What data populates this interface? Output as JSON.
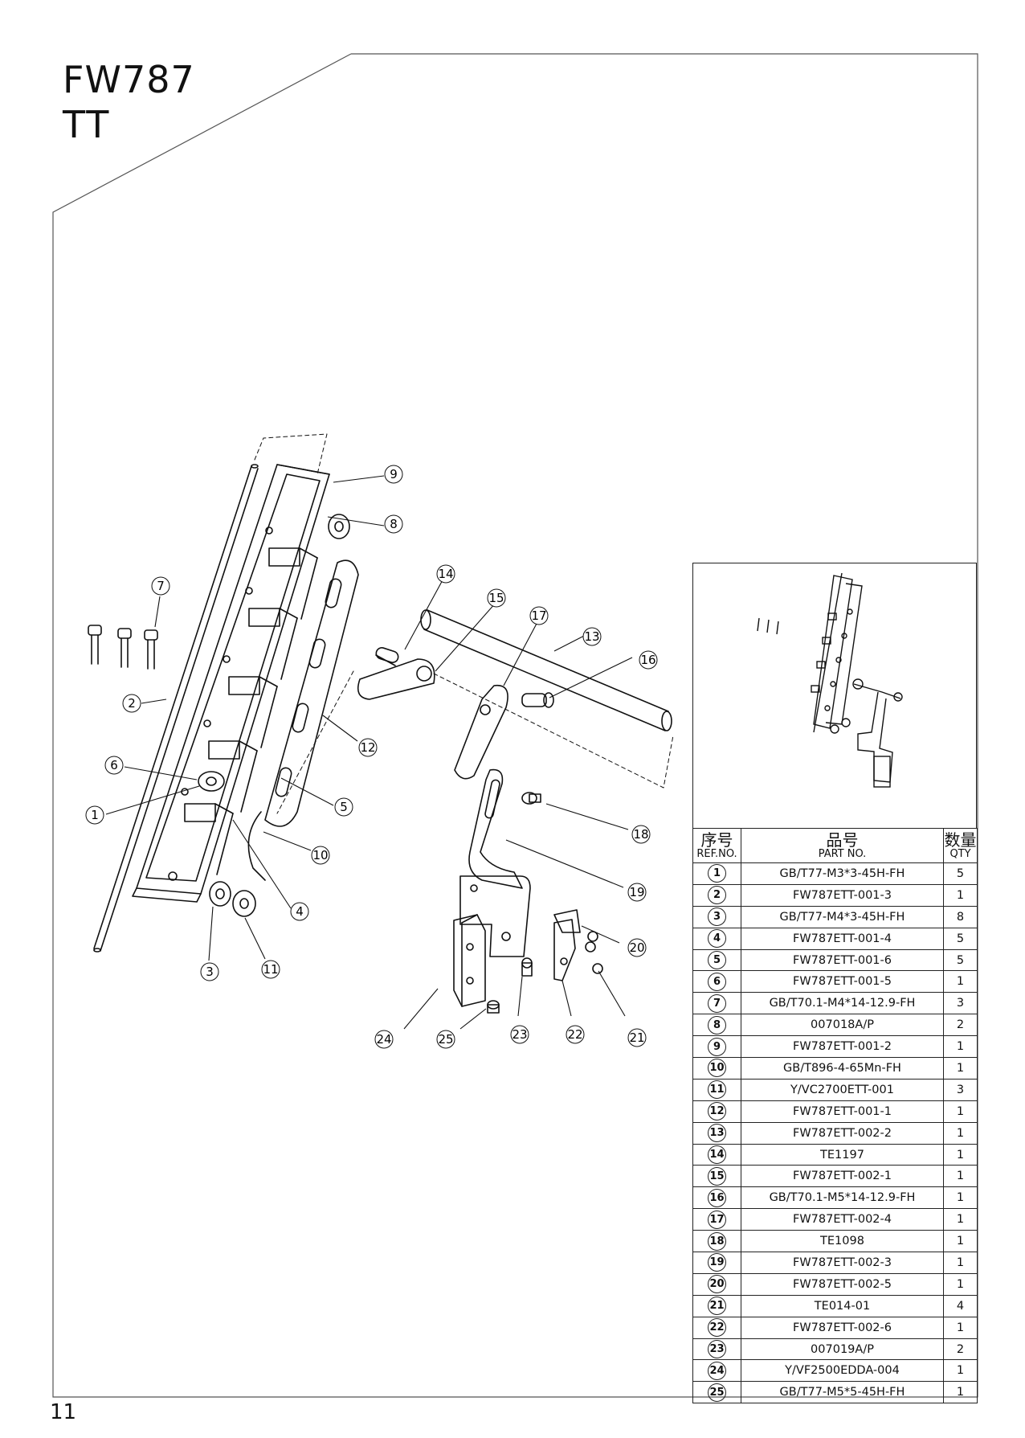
{
  "header": {
    "title_line1": "FW787",
    "title_line2": "TT"
  },
  "page_number": "11",
  "table": {
    "col_ref_cn": "序号",
    "col_ref_en": "REF.NO.",
    "col_part_cn": "品号",
    "col_part_en": "PART NO.",
    "col_qty_cn": "数量",
    "col_qty_en": "QTY",
    "rows": [
      {
        "ref": "1",
        "part": "GB/T77-M3*3-45H-FH",
        "qty": "5"
      },
      {
        "ref": "2",
        "part": "FW787ETT-001-3",
        "qty": "1"
      },
      {
        "ref": "3",
        "part": "GB/T77-M4*3-45H-FH",
        "qty": "8"
      },
      {
        "ref": "4",
        "part": "FW787ETT-001-4",
        "qty": "5"
      },
      {
        "ref": "5",
        "part": "FW787ETT-001-6",
        "qty": "5"
      },
      {
        "ref": "6",
        "part": "FW787ETT-001-5",
        "qty": "1"
      },
      {
        "ref": "7",
        "part": "GB/T70.1-M4*14-12.9-FH",
        "qty": "3"
      },
      {
        "ref": "8",
        "part": "007018A/P",
        "qty": "2"
      },
      {
        "ref": "9",
        "part": "FW787ETT-001-2",
        "qty": "1"
      },
      {
        "ref": "10",
        "part": "GB/T896-4-65Mn-FH",
        "qty": "1"
      },
      {
        "ref": "11",
        "part": "Y/VC2700ETT-001",
        "qty": "3"
      },
      {
        "ref": "12",
        "part": "FW787ETT-001-1",
        "qty": "1"
      },
      {
        "ref": "13",
        "part": "FW787ETT-002-2",
        "qty": "1"
      },
      {
        "ref": "14",
        "part": "TE1197",
        "qty": "1"
      },
      {
        "ref": "15",
        "part": "FW787ETT-002-1",
        "qty": "1"
      },
      {
        "ref": "16",
        "part": "GB/T70.1-M5*14-12.9-FH",
        "qty": "1"
      },
      {
        "ref": "17",
        "part": "FW787ETT-002-4",
        "qty": "1"
      },
      {
        "ref": "18",
        "part": "TE1098",
        "qty": "1"
      },
      {
        "ref": "19",
        "part": "FW787ETT-002-3",
        "qty": "1"
      },
      {
        "ref": "20",
        "part": "FW787ETT-002-5",
        "qty": "1"
      },
      {
        "ref": "21",
        "part": "TE014-01",
        "qty": "4"
      },
      {
        "ref": "22",
        "part": "FW787ETT-002-6",
        "qty": "1"
      },
      {
        "ref": "23",
        "part": "007019A/P",
        "qty": "2"
      },
      {
        "ref": "24",
        "part": "Y/VF2500EDDA-004",
        "qty": "1"
      },
      {
        "ref": "25",
        "part": "GB/T77-M5*5-45H-FH",
        "qty": "1"
      }
    ]
  },
  "diagram": {
    "callouts": [
      {
        "label": "1"
      },
      {
        "label": "2"
      },
      {
        "label": "3"
      },
      {
        "label": "4"
      },
      {
        "label": "5"
      },
      {
        "label": "6"
      },
      {
        "label": "7"
      },
      {
        "label": "8"
      },
      {
        "label": "9"
      },
      {
        "label": "10"
      },
      {
        "label": "11"
      },
      {
        "label": "12"
      },
      {
        "label": "13"
      },
      {
        "label": "14"
      },
      {
        "label": "15"
      },
      {
        "label": "16"
      },
      {
        "label": "17"
      },
      {
        "label": "18"
      },
      {
        "label": "19"
      },
      {
        "label": "20"
      },
      {
        "label": "21"
      },
      {
        "label": "22"
      },
      {
        "label": "23"
      },
      {
        "label": "24"
      },
      {
        "label": "25"
      }
    ]
  }
}
